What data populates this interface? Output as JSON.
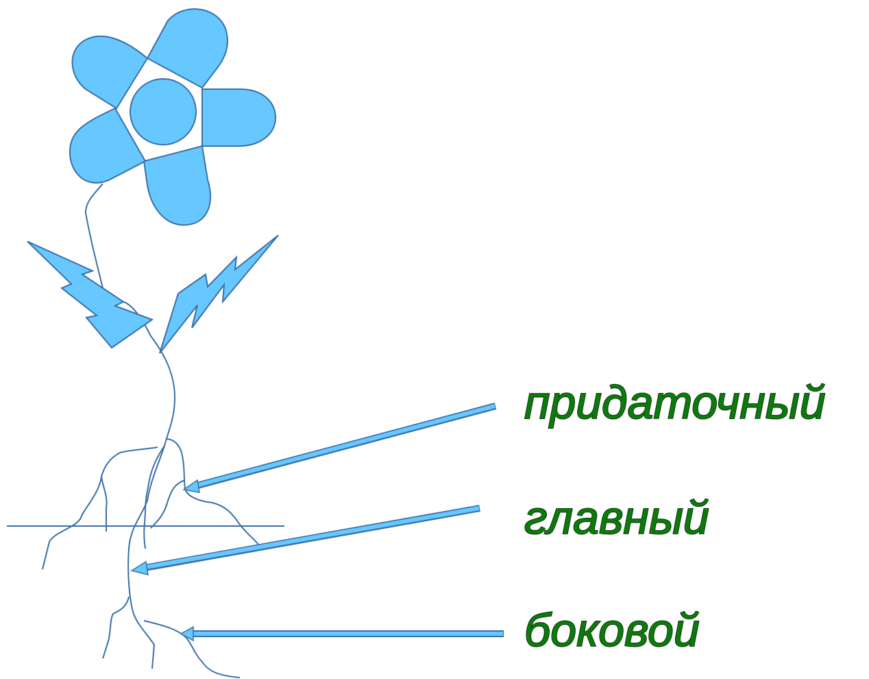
{
  "labels": {
    "adventitious": "придаточный",
    "main": "главный",
    "lateral": "боковой"
  },
  "colors": {
    "petal_fill": "#66c8ff",
    "outline": "#3a6fa8",
    "arrow_fill": "#66c8ff",
    "label_fill": "#0d7a0d",
    "label_outline": "#063806"
  }
}
